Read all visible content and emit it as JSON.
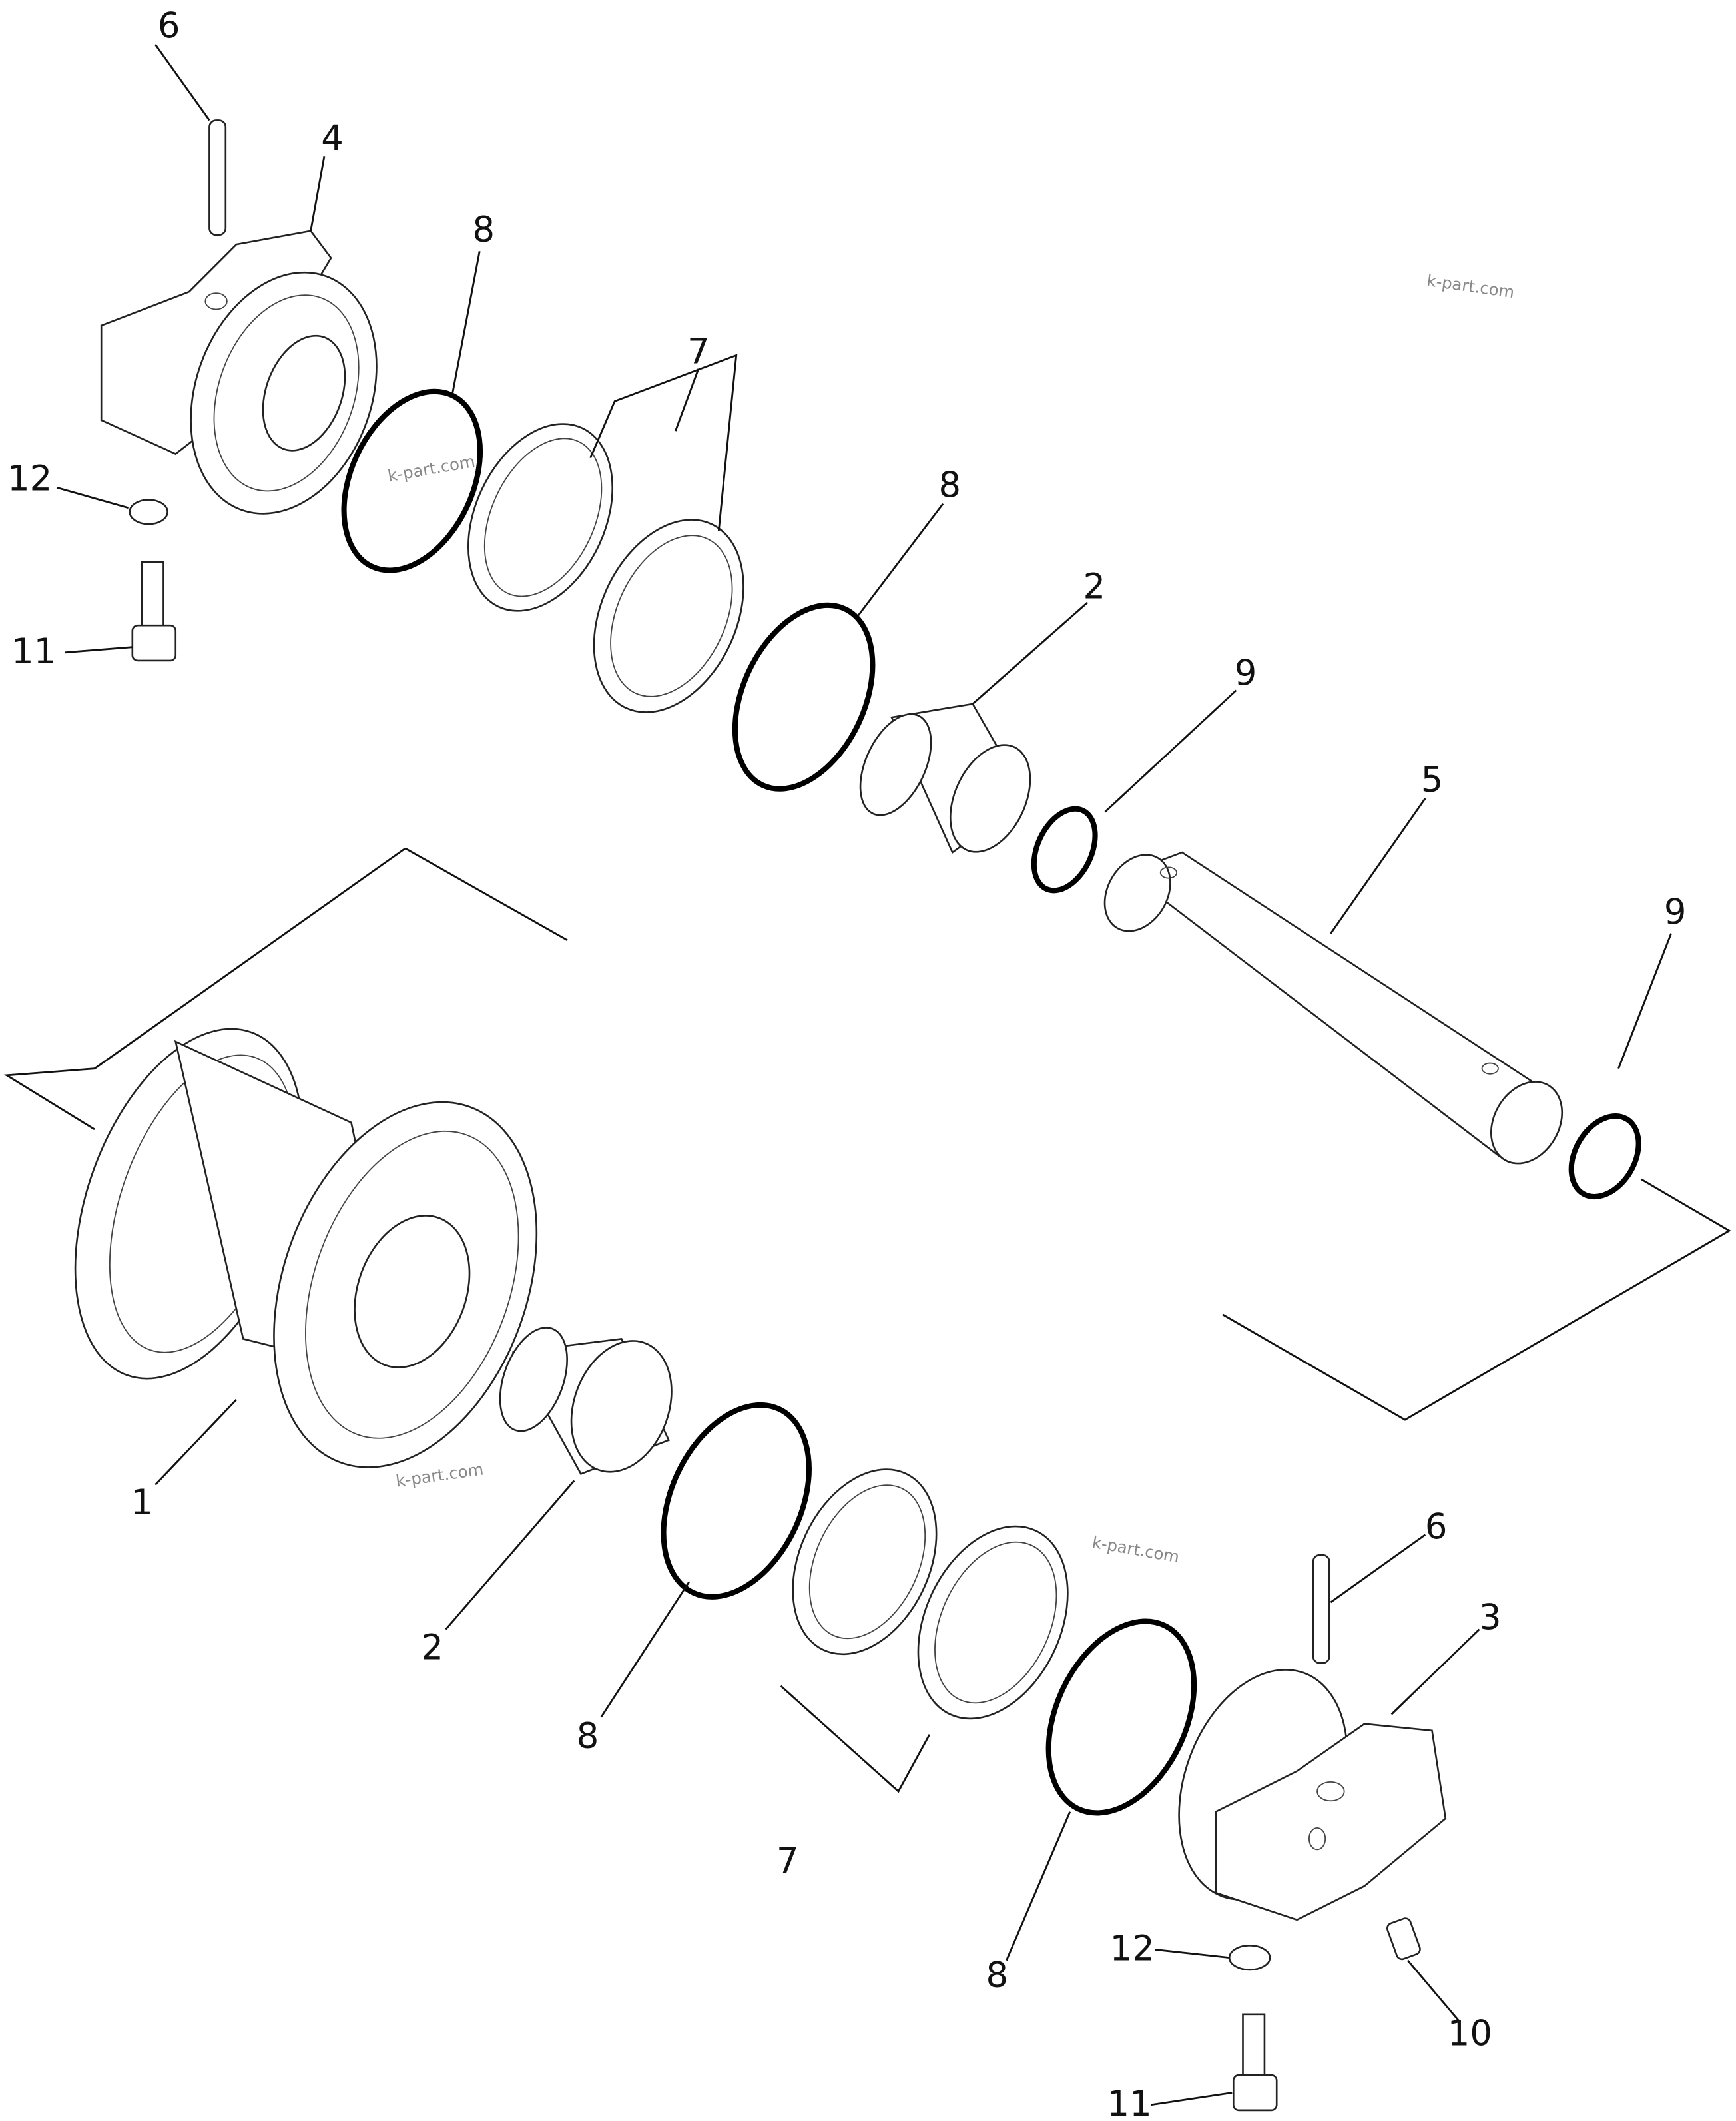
{
  "callouts": [
    "6",
    "4",
    "8",
    "7",
    "12",
    "11",
    "8",
    "2",
    "9",
    "5",
    "9",
    "1",
    "2",
    "8",
    "7",
    "8",
    "6",
    "3",
    "12",
    "10",
    "11"
  ],
  "watermarks": [
    "k-part.com",
    "k-part.com",
    "k-part.com",
    "k-part.com"
  ]
}
